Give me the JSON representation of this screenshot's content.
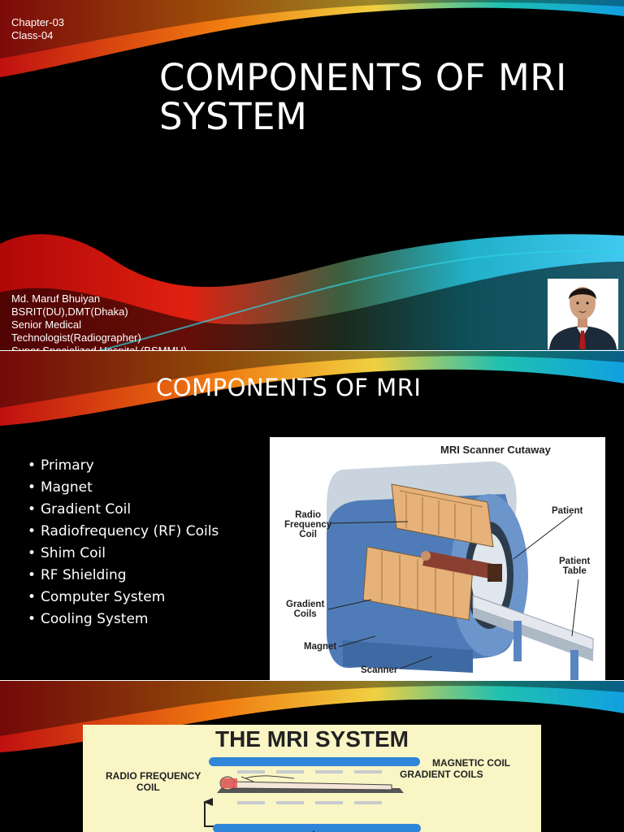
{
  "slide1": {
    "chapter": "Chapter-03",
    "class": "Class-04",
    "title_line1": "COMPONENTS OF MRI",
    "title_line2": "SYSTEM",
    "author_lines": [
      "Md. Maruf Bhuiyan",
      "BSRIT(DU),DMT(Dhaka)",
      "Senior Medical",
      "Technologist(Radiographer)",
      "Super Specialized Hospital (BSMMU)"
    ]
  },
  "slide2": {
    "title": "COMPONENTS OF MRI",
    "bullets": [
      "Primary",
      "Magnet",
      "Gradient Coil",
      "Radiofrequency (RF) Coils",
      "Shim Coil",
      "RF Shielding",
      "Computer System",
      "Cooling System"
    ],
    "figure": {
      "title": "MRI Scanner Cutaway",
      "label_rf": [
        "Radio",
        "Frequency",
        "Coil"
      ],
      "label_patient": "Patient",
      "label_table": [
        "Patient",
        "Table"
      ],
      "label_gradient": [
        "Gradient",
        "Coils"
      ],
      "label_magnet": "Magnet",
      "label_scanner": "Scanner"
    }
  },
  "slide3": {
    "title": "THE MRI SYSTEM",
    "label_rf": [
      "RADIO FREQUENCY",
      "COIL"
    ],
    "label_magnetic": "MAGNETIC COIL",
    "label_gradient": "GRADIENT COILS"
  }
}
